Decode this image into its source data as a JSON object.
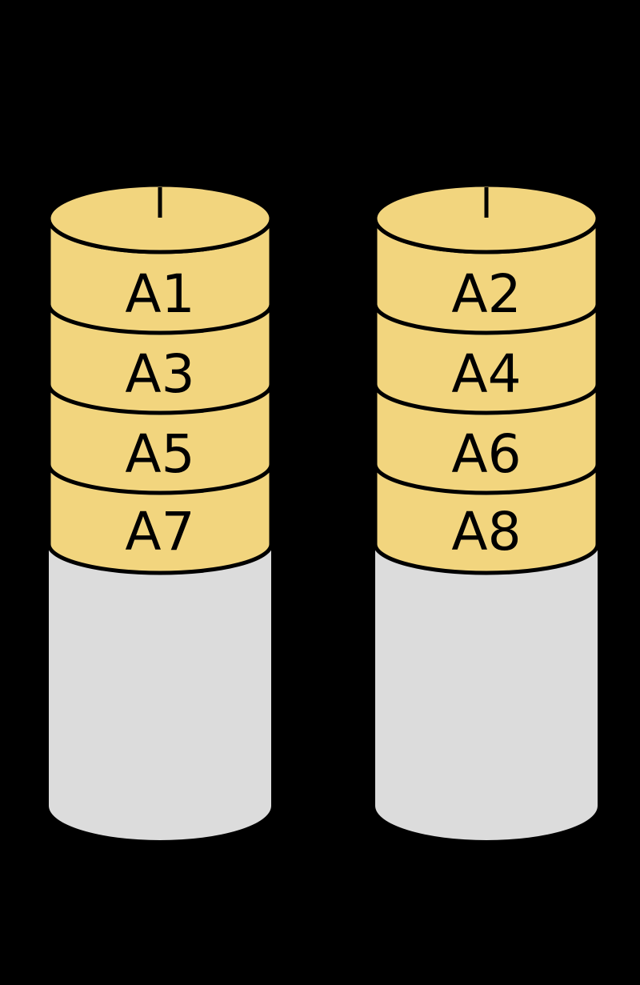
{
  "diagram": {
    "kind": "raid-striping-disk-stack",
    "background_color": "#000000",
    "outline_color": "#000000",
    "stripe_fill": "#F2D57E",
    "body_fill": "#DCDCDC",
    "disks": [
      {
        "id": "disk-0",
        "stripes": [
          "A1",
          "A3",
          "A5",
          "A7"
        ]
      },
      {
        "id": "disk-1",
        "stripes": [
          "A2",
          "A4",
          "A6",
          "A8"
        ]
      }
    ]
  }
}
